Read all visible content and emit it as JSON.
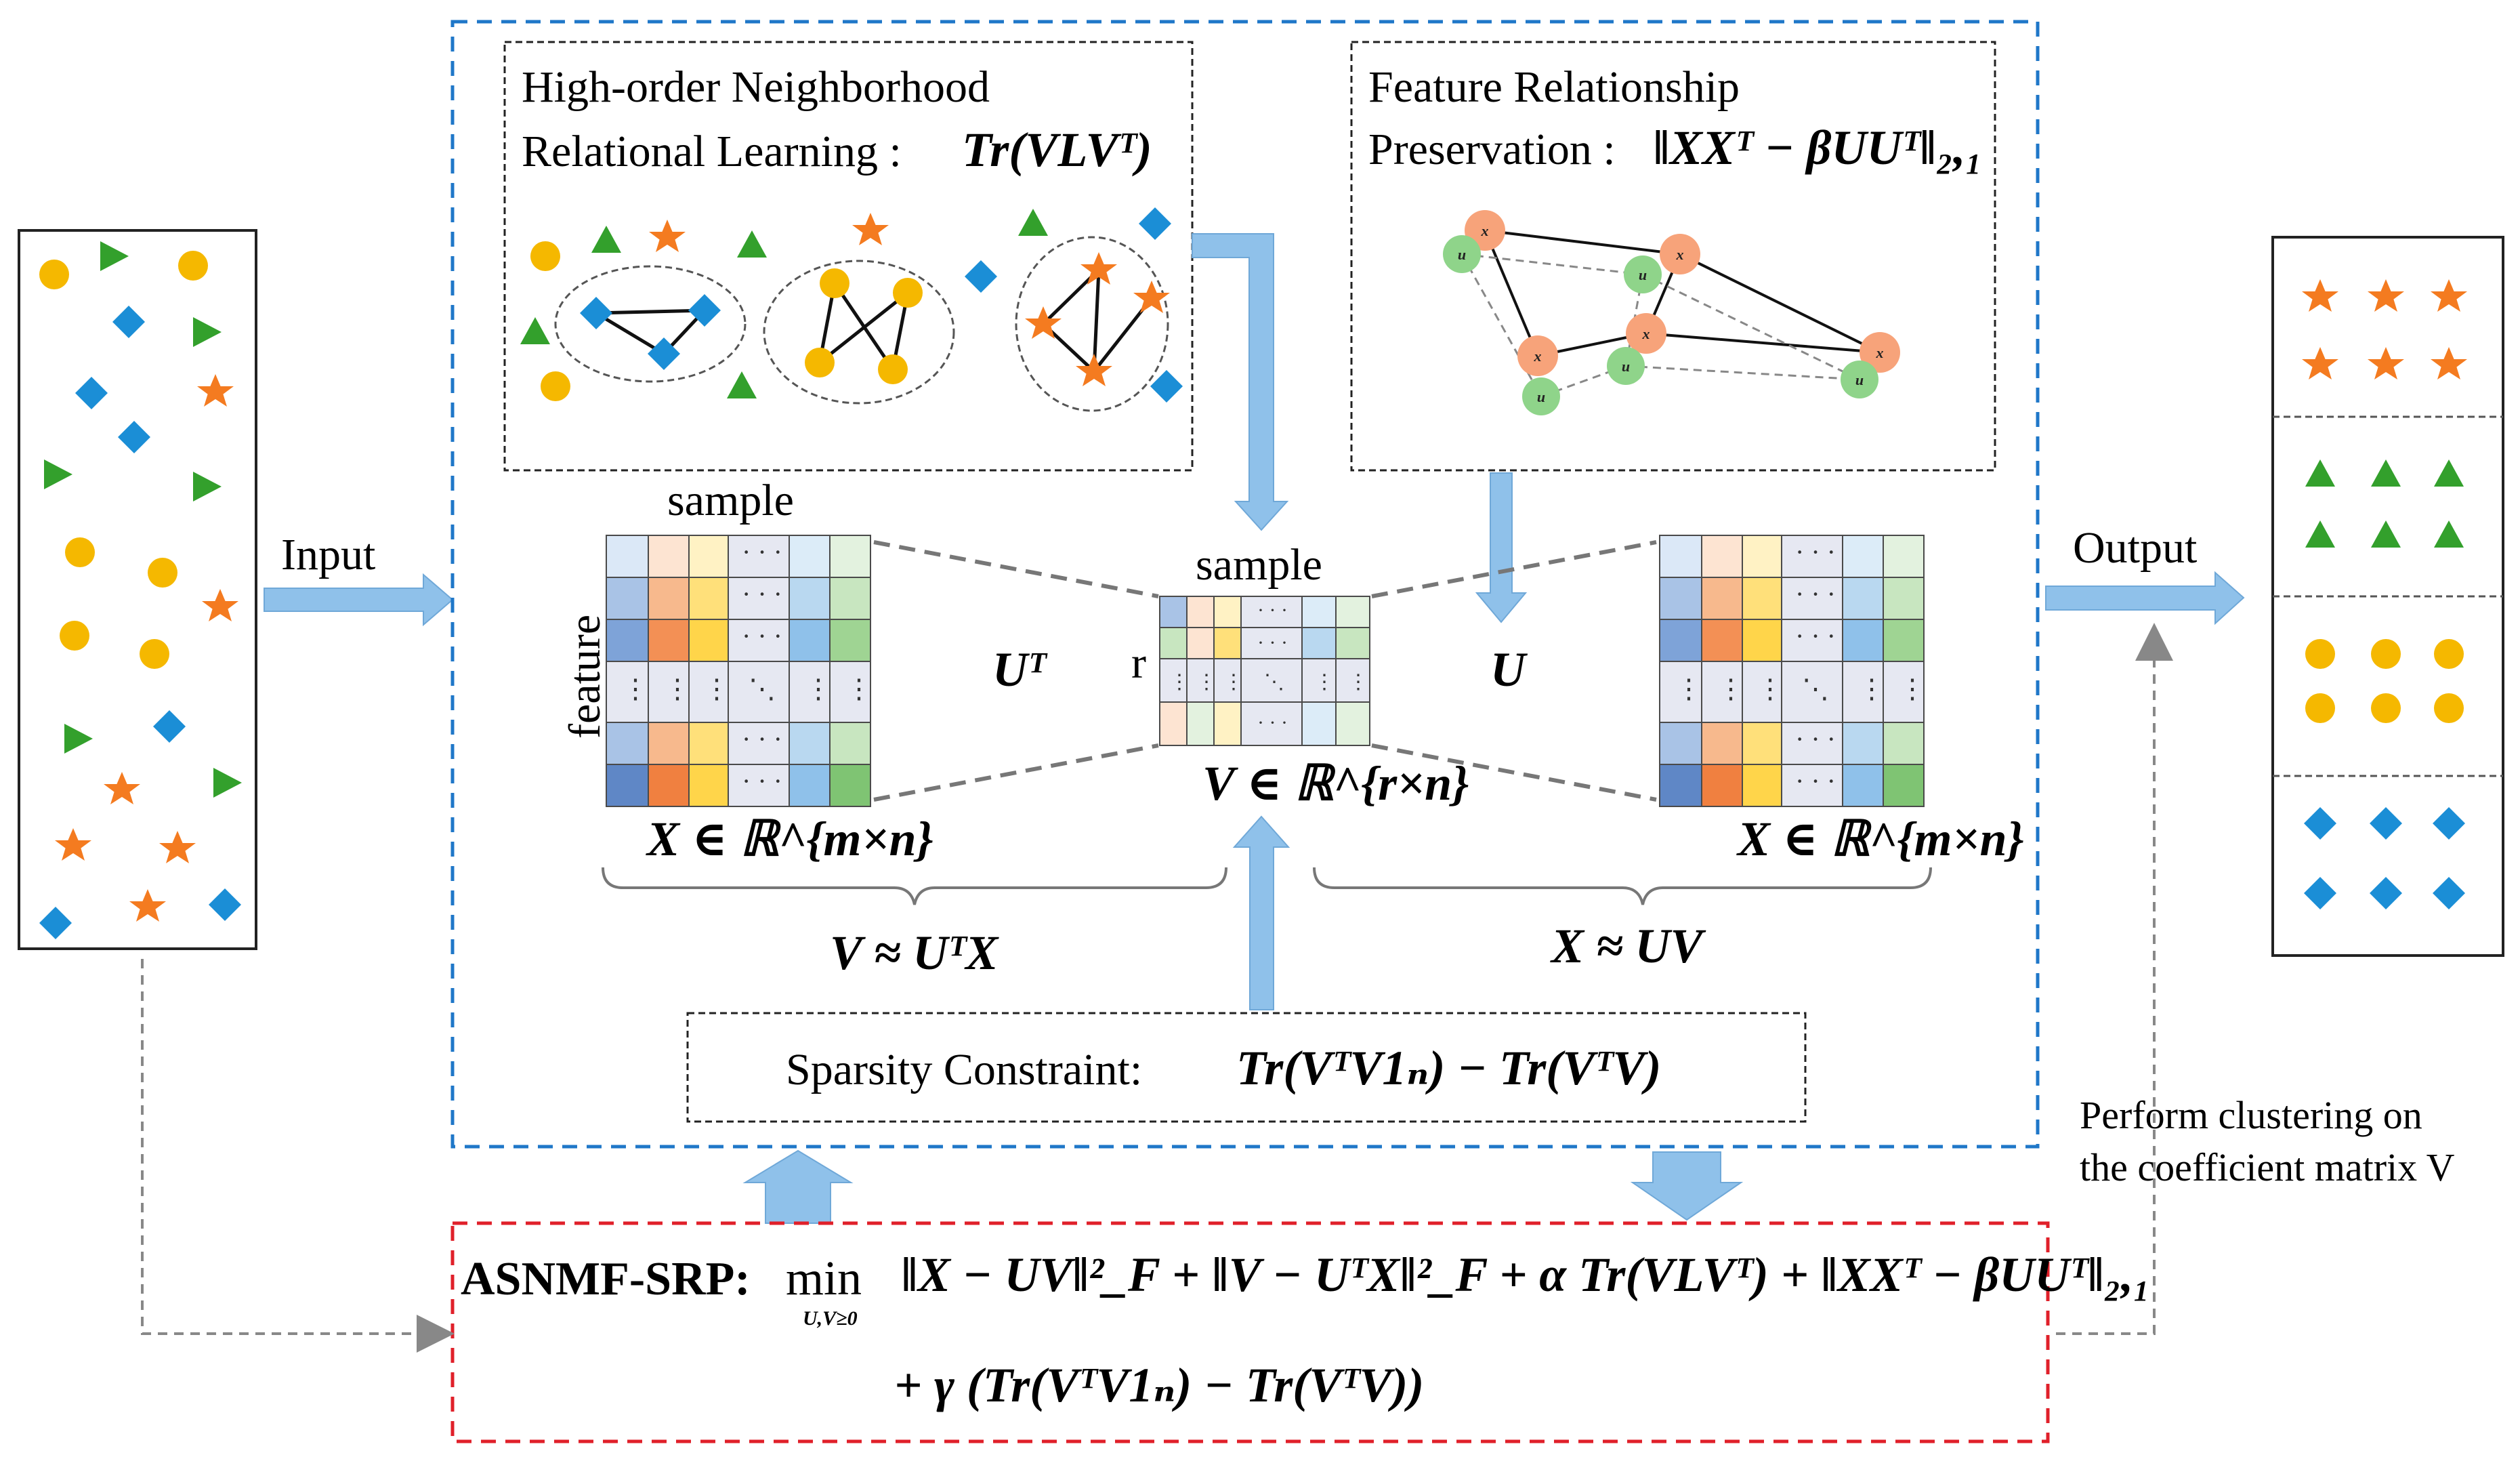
{
  "input_label": "Input",
  "output_label": "Output",
  "high_order": {
    "line1": "High-order Neighborhood",
    "line2": "Relational Learning :",
    "formula": "Tr(VLVᵀ)"
  },
  "feature_rel": {
    "line1": "Feature Relationship",
    "line2": "Preservation :",
    "formula": "‖XXᵀ − βUUᵀ‖₂,₁"
  },
  "matrices": {
    "sample_left": "sample",
    "feature_left": "feature",
    "sample_mid": "sample",
    "r_label": "r",
    "ut_label": "Uᵀ",
    "u_label": "U",
    "x_left_caption": "X ∈ ℝ^{m×n}",
    "v_caption": "V ∈ ℝ^{r×n}",
    "x_right_caption": "X ∈ ℝ^{m×n}",
    "v_approx": "V ≈ UᵀX",
    "x_approx": "X ≈ UV"
  },
  "sparsity": {
    "label": "Sparsity Constraint:",
    "formula": "Tr(VᵀV1ₙ) − Tr(VᵀV)"
  },
  "objective": {
    "name": "ASNMF-SRP:",
    "min": "min",
    "min_sub": "U,V≥0",
    "line1": "‖X − UV‖²_F + ‖V − UᵀX‖²_F + α Tr(VLVᵀ) + ‖XXᵀ − βUUᵀ‖₂,₁",
    "line2": "+ γ (Tr(VᵀV1ₙ) − Tr(VᵀV))"
  },
  "clustering_note": {
    "line1": "Perform clustering on",
    "line2": "the coefficient matrix V"
  },
  "colors": {
    "blue_box": "#1f77c8",
    "red_box": "#e0202a",
    "orange": "#f47b20",
    "green": "#33a02c",
    "yellow": "#f5b800",
    "diamond": "#1b8ed6",
    "arrow": "#8fc1ea"
  }
}
